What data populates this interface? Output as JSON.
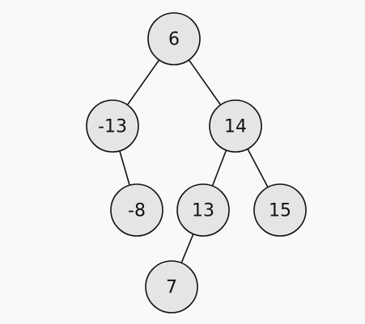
{
  "tree": {
    "nodes": [
      {
        "id": "n6",
        "label": "6"
      },
      {
        "id": "n-13",
        "label": "-13"
      },
      {
        "id": "n14",
        "label": "14"
      },
      {
        "id": "n-8",
        "label": "-8"
      },
      {
        "id": "n13",
        "label": "13"
      },
      {
        "id": "n15",
        "label": "15"
      },
      {
        "id": "n7",
        "label": "7"
      }
    ],
    "edges": [
      {
        "from": "n6",
        "to": "n-13"
      },
      {
        "from": "n6",
        "to": "n14"
      },
      {
        "from": "n-13",
        "to": "n-8"
      },
      {
        "from": "n14",
        "to": "n13"
      },
      {
        "from": "n14",
        "to": "n15"
      },
      {
        "from": "n13",
        "to": "n7"
      }
    ],
    "colors": {
      "background": "#f8f9fa",
      "node_fill": "#e5e5e5",
      "stroke": "#111111",
      "text": "#111111"
    }
  }
}
